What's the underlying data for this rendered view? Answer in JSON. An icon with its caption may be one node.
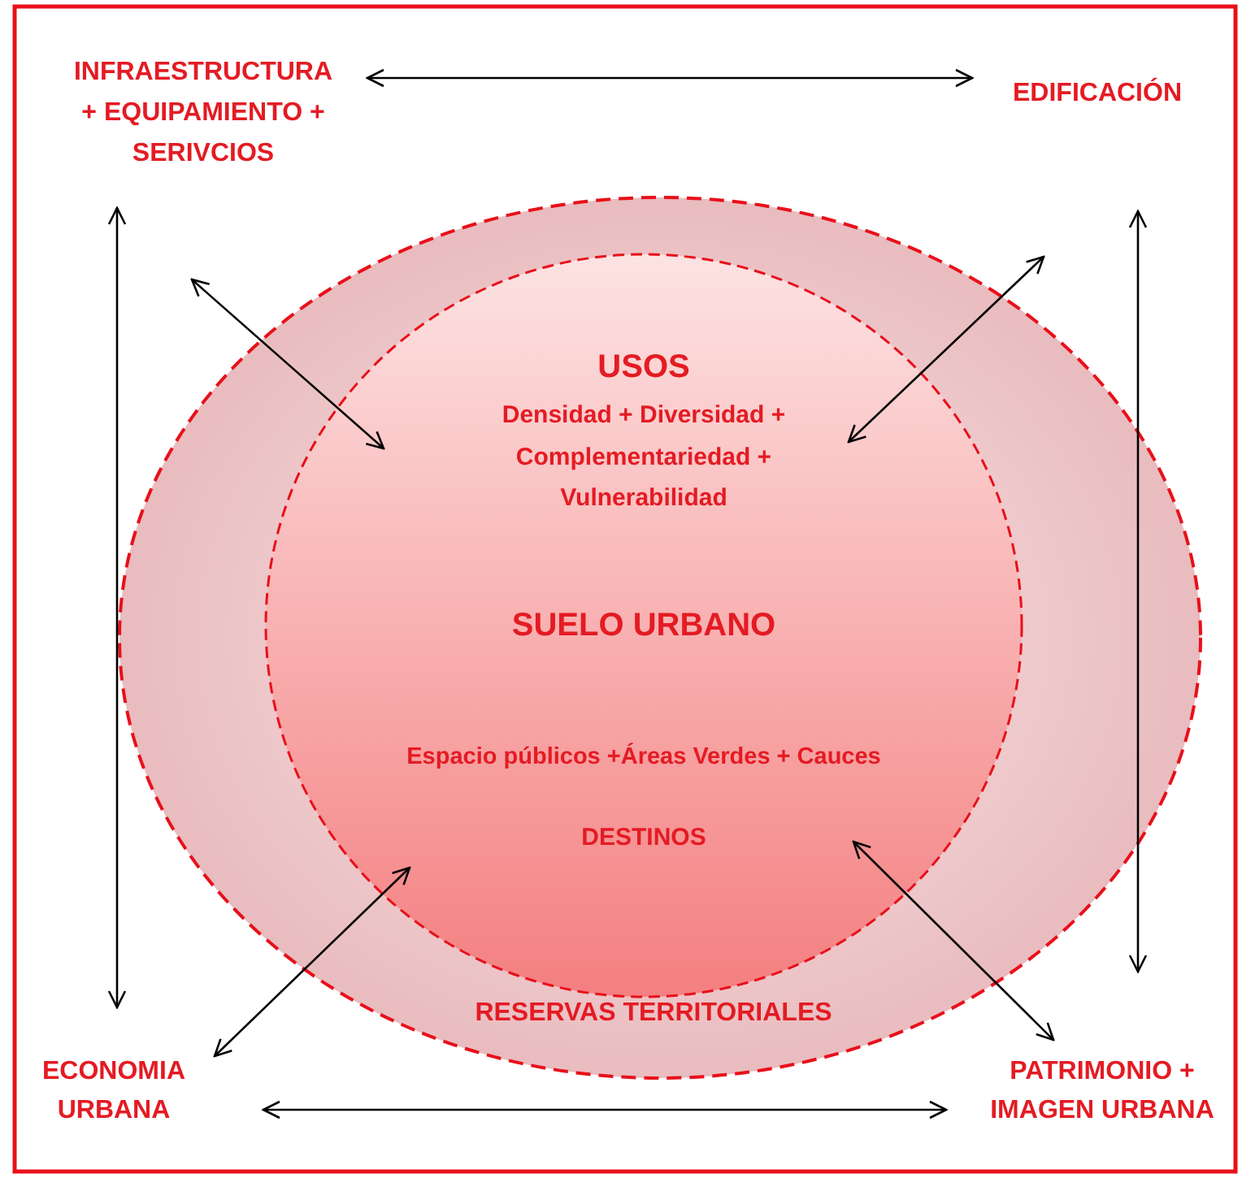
{
  "diagram": {
    "nodes": [
      {
        "text": [
          "RESERVAS TERRITORIALES"
        ]
      },
      {
        "text": [
          "USOS",
          "Densidad  + Diversidad + Complementariedad  + Vulnerabilidad",
          "SUELO URBANO",
          "Espacio públicos +Áreas Verdes + Cauces",
          "DESTINOS"
        ],
        "in": 0
      },
      {
        "text": [
          "INFRAESTRUCTURA + EQUIPAMIENTO + SERIVCIOS"
        ]
      },
      {
        "text": [
          "EDIFICACIÓN"
        ]
      },
      {
        "text": [
          "ECONOMIA URBANA"
        ]
      },
      {
        "text": [
          "PATRIMONIO + IMAGEN URBANA"
        ]
      }
    ],
    "edges": [
      {
        "from": 2,
        "to": 3,
        "arrow": "both"
      },
      {
        "from": 2,
        "to": 4,
        "arrow": "both"
      },
      {
        "from": 3,
        "to": 5,
        "arrow": "both"
      },
      {
        "from": 4,
        "to": 5,
        "arrow": "both"
      },
      {
        "from": 2,
        "to": 1,
        "arrow": "both"
      },
      {
        "from": null,
        "to": 1,
        "arrow": "both"
      },
      {
        "from": 4,
        "to": 1,
        "arrow": "both"
      },
      {
        "from": 5,
        "to": 1,
        "arrow": "both"
      }
    ]
  }
}
